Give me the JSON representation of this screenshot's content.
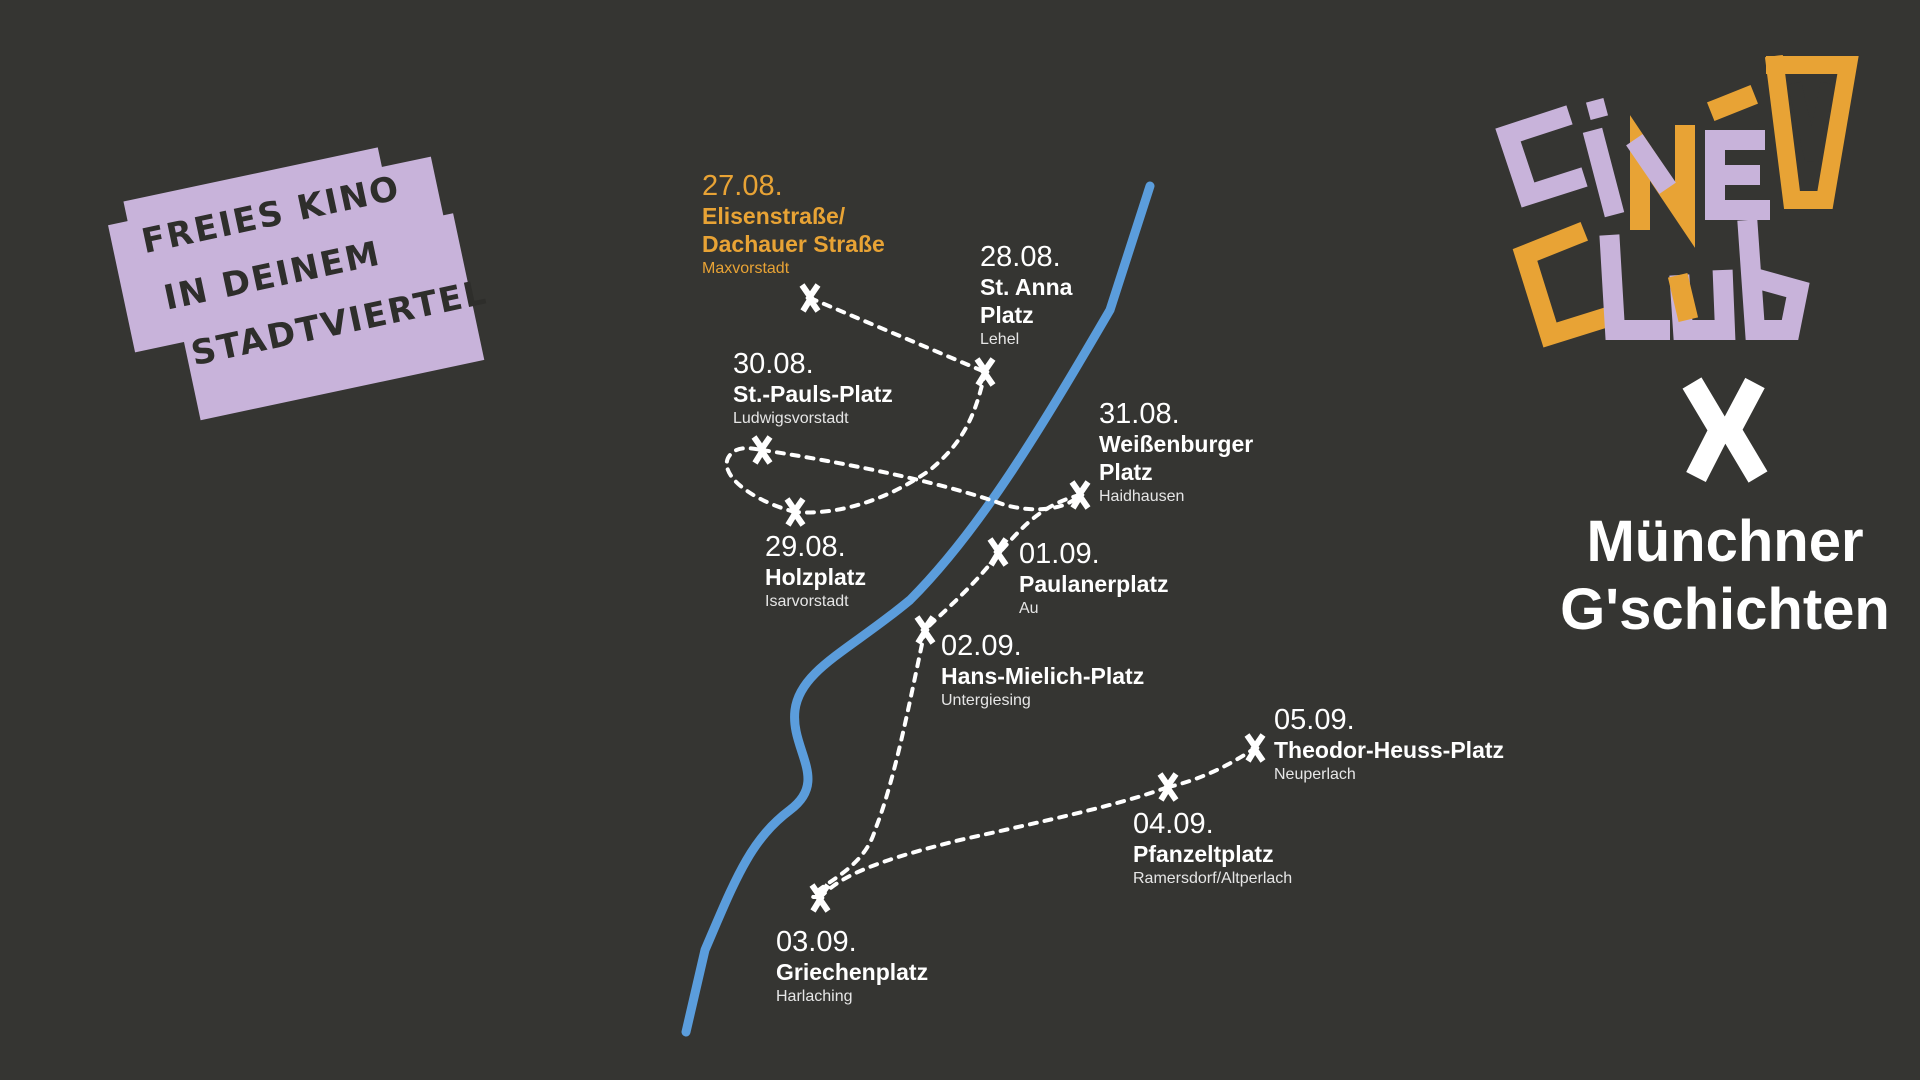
{
  "tagline": {
    "lines": [
      "Freies Kino",
      "in deinem",
      "Stadtviertel"
    ]
  },
  "logo": {
    "club_top": "Ciné",
    "club_letter": "V",
    "club_bottom": "Club",
    "separator": "X",
    "partner_line1": "Münchner",
    "partner_line2": "G'schichten"
  },
  "stops": [
    {
      "date": "27.08.",
      "place": "Elisenstraße/ Dachauer Straße",
      "district": "Maxvorstadt"
    },
    {
      "date": "28.08.",
      "place": "St. Anna Platz",
      "district": "Lehel"
    },
    {
      "date": "30.08.",
      "place": "St.-Pauls-Platz",
      "district": "Ludwigsvorstadt"
    },
    {
      "date": "31.08.",
      "place": "Weißenburger Platz",
      "district": "Haidhausen"
    },
    {
      "date": "29.08.",
      "place": "Holzplatz",
      "district": "Isarvorstadt"
    },
    {
      "date": "01.09.",
      "place": "Paulanerplatz",
      "district": "Au"
    },
    {
      "date": "02.09.",
      "place": "Hans-Mielich-Platz",
      "district": "Untergiesing"
    },
    {
      "date": "05.09.",
      "place": "Theodor-Heuss-Platz",
      "district": "Neuperlach"
    },
    {
      "date": "04.09.",
      "place": "Pfanzeltplatz",
      "district": "Ramersdorf/Altperlach"
    },
    {
      "date": "03.09.",
      "place": "Griechenplatz",
      "district": "Harlaching"
    }
  ],
  "colors": {
    "background": "#353532",
    "river": "#5b9ddc",
    "accent": "#e8a335",
    "lilac": "#c8b3da",
    "text": "#ffffff"
  },
  "icons": {
    "stop_marker": "x-marker-icon",
    "route": "dotted-route-line"
  }
}
